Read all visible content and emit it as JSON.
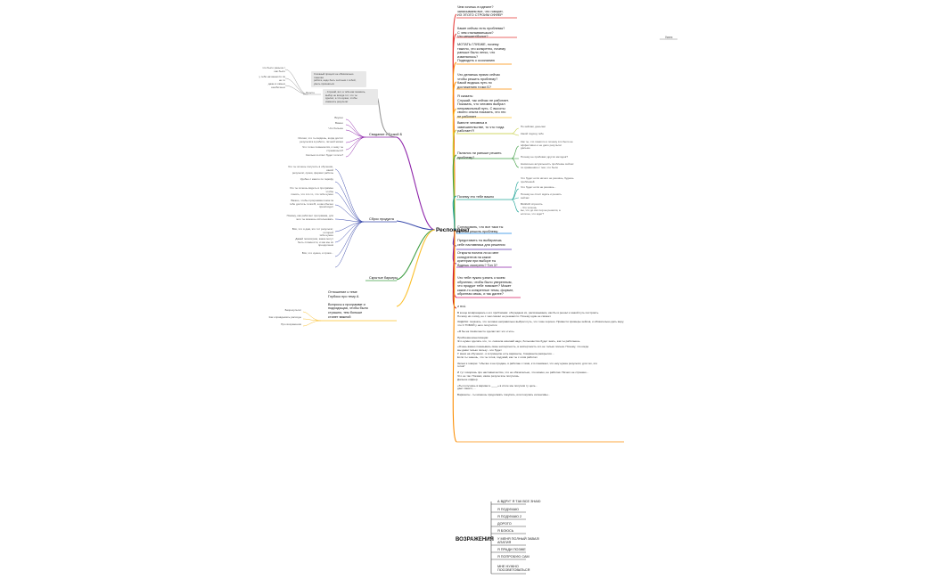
{
  "root": "Респондент",
  "side_note": "Успех",
  "right_branches": [
    "Чем хочешь в идеале?\nзаписываем все, что говорит,\nИЗ ЭТОГО СТРОИМ ОФФЕР",
    "Какие сейчас есть проблемы?\nС чем сталкиваешься?\nЧто мешает/болит?",
    "МОТАТЬ ГЛУБЖЕ, почему\nтяжело, что конкретно, почему\nраньше было легко, что\nизменилось?\nПодводить к осознанию",
    "Что делаешь прямо сейчас\nчтобы решить проблему?\nКакой видишь путь по\nдостижению точки Б?",
    "Я сказать:\nСлушай, так сейчас не работает.\nПоказать, что человек выбрал\nнеправильный путь. С высоты\nсвоего опыта показать, что это\nне работает",
    "Вместе человека в\nзамешательстве, то что тогда\nработает?!",
    "Пытался ли раньше решить\nпроблему?",
    "Почему это тебе важно",
    "Согласовать, что все таки ты\nхочешь решить проблему",
    "Представить ты выбираешь\nсебе наставника для решения",
    "Открыта полата ли ко мне\nконкурентов на какие\nкритерии при выборе ты\nбудешь смотреть? Топ 3?",
    "Что тебе нужно узнать о моем\nобучении, чтобы было уверенным,\nчто продукт тебе поможет? Может\nкакие-то конкретные темы, формат,\nобратная связь, и так далее?"
  ],
  "right_sub": [
    "По кейсам, деньгам",
    "Какой подход тебе",
    "Как ты, что помогло и почему это было не\nэффективно и не дало результат\nдальше",
    "Почему не пробовал других методов?",
    "Насколько актуальность проблемы сейчас\nпо сравнению с тем, что было",
    "Что будет если ничего не решишь, будешь\nпроблемой",
    "Что будет если не решишь...",
    "Почему не стоит ждать и решить\nсейчас",
    "ВАЖНО спросить\n- Что хочешь\nвы, что до сих пор не решили, а\nесли не, что ждет?"
  ],
  "left_groups": {
    "top_box_1": "Сложный процесс не обязательно тяжелая\nработа, надо быть честным с собой,\nуметь признаться",
    "top_box_2": "- Слушай, вот, а тебе как показать,\nвыбор не всегда тот, что ты\nсделал, а что нужно, чтобы\nизменить результат",
    "top_items": [
      "что было раньше / как было",
      "у тебя начинается ли не то",
      "даже в самых ошибочных"
    ],
    "prosto_label": "Просто",
    "group1_title": "Свидание с Точкой Б",
    "group1_items": [
      "Вкусно",
      "Важно",
      "Что больше",
      "Опиши, что ты видишь, когда достиг\nрезультата в работе, личной жизни",
      "Что точно поменяется, к чему ты стремишься?",
      "Сколько в ответ будет хотеть?"
    ],
    "group2_title": "Сброс продукта",
    "group2_items": [
      "Что ты хочешь получить в обучении, какой\nрезультат, сроки, формат работы",
      "Удобно с какого по тарифу",
      "Что ты хочешь видеть в программе чтобы\nпонять, что это то, что тебе нужно",
      "Важно, чтобы программа помогла\nтебе достичь точки Б, а как обычно\nпроисходит",
      "Покажу, как работает программа, для\nчего ты можешь использовать",
      "Всё, что я дам, это тот результат, который\nтебе нужен",
      "Давай посмотрим, какие могут\nбыть сложности, и как мы их преодолеем",
      "Всё, что нужно, и сроки..."
    ],
    "group3_title": "Скрытые барьеры",
    "group4_text": "Отношение к теме\nГлубоко про тему А\n\nВопросы к программе и\nподходящая, чтобы было\nстрашно, тем больше\nстанет важной",
    "group4_items": [
      "Безрезультат",
      "Как оправдывать расходы",
      "Про возражения"
    ]
  },
  "notes": [
    "И ВСЁ.",
    "В конце возвращаюсь к его проблемам: обсуждаем их, рассказываем, как бы я решал и какой путь построить.\nПочему ни к кому, не с чем сказал не решаются. Почему один не сможет.",
    "ЗАДАЧА: показать, что человек неправильно выбрал путь, что тоже хорошо. Привести примеры кейсов, и обязательно дать веру, что С ТОБОЙ у него получится",
    "«Я бы на твоём месте сделал вот это и это»",
    "Проблема монетизации:\nЭто нужно сделать это, т.к. сначала начинай надо, большинство будет знать, как ты работаешь",
    "«Очень важно показывать свою экспертность, в экспертность это не только польза. Почему, что когда\nмы даём только пользу - это будет\nУ меня на обучении - и в принципе есть варианты, 3 варианта раскрытия ...\nЕсли ты знаешь, что ты готов, подумай, как ты с этим работал",
    "Затем я говорю: \"обычно я не продаю, я работаю с теми, кто понимает, что ему нужен результат, для тех, кто\nготов\"",
    "И тут говоришь про наставничество, что не обязательно, что можно, не работая. Ничего не страшно...\nЧто не так. Покажи, какие результаты получишь.\nДальше оффер.",
    "«Ты получишь в варианте ____» в итоге мы получим ту цель...\nдает смысл, ...",
    "Варианты - ты можешь продолжать покупать, или покупать интенсивы..."
  ],
  "objections_title": "ВОЗРАЖЕНИЯ",
  "objections": [
    "А ВДРУГ Я ТАК ВСЕ ЗНАЮ",
    "Я ПОДУМАЮ",
    "Я ПОДУМАЮ 2",
    "ДОРОГО",
    "Я БОЮСЬ",
    "У МЕНЯ ПОЛНЫЙ ЗАВАЛ/\nАПАТИЯ",
    "Я ПРАДИ ПОЗЖЕ",
    "Я ПОПРОБУЮ САМ",
    "МНЕ НУЖНО\nПОСОВЕТОВАТЬСЯ"
  ],
  "colors": {
    "red": "#e53935",
    "orange": "#fb8c00",
    "yellow": "#fdd835",
    "lightgreen": "#c0ca33",
    "green": "#43a047",
    "teal": "#26a69a",
    "blue": "#1e88e5",
    "indigo": "#5e35b1",
    "purple": "#8e24aa",
    "pink": "#d81b60"
  }
}
